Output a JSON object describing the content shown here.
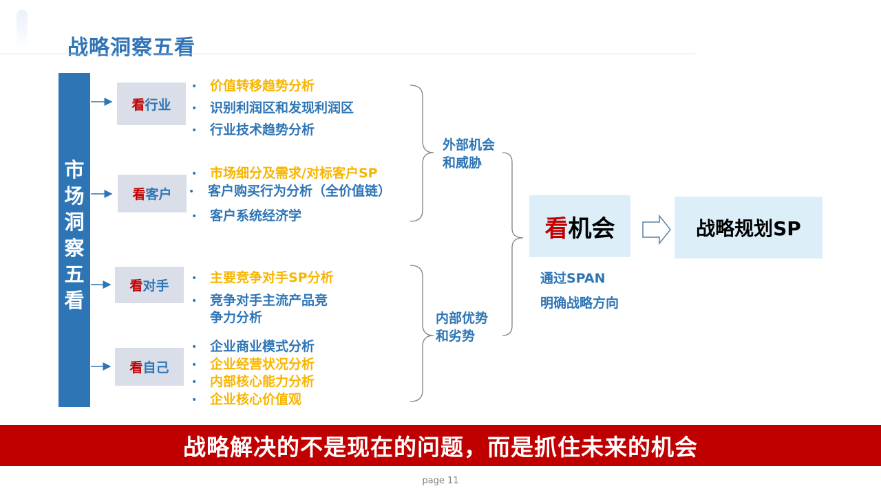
{
  "title": "战略洞察五看",
  "side_label": [
    "市",
    "场",
    "洞",
    "察",
    "五",
    "看"
  ],
  "categories": [
    {
      "prefix": "看",
      "label": "行业"
    },
    {
      "prefix": "看",
      "label": "客户"
    },
    {
      "prefix": "看",
      "label": "对手"
    },
    {
      "prefix": "看",
      "label": "自己"
    }
  ],
  "bullet_symbol": "•",
  "items": {
    "industry": [
      "价值转移趋势分析",
      "识别利润区和发现利润区",
      "行业技术趋势分析"
    ],
    "customer": [
      "市场细分及需求/对标客户SP",
      "客户购买行为分析（全价值链）",
      "客户系统经济学"
    ],
    "competitor": [
      "主要竞争对手SP分析",
      "竞争对手主流产品竞",
      "争力分析"
    ],
    "self": [
      "企业商业模式分析",
      "企业经营状况分析",
      "内部核心能力分析",
      "企业核心价值观"
    ]
  },
  "external": [
    "外部机会",
    "和威胁"
  ],
  "internal": [
    "内部优势",
    "和劣势"
  ],
  "opportunity": {
    "prefix": "看",
    "label": "机会"
  },
  "span_note": [
    "通过SPAN",
    "明确战略方向"
  ],
  "plan_label": "战略规划SP",
  "banner": "战略解决的不是现在的问题，而是抓住未来的机会",
  "page_label": "page 11",
  "colors": {
    "blue": "#2e75b6",
    "yellow": "#f7b500",
    "red": "#c00000",
    "box_bg": "#dceef8",
    "cat_bg": "#d9dee8"
  }
}
